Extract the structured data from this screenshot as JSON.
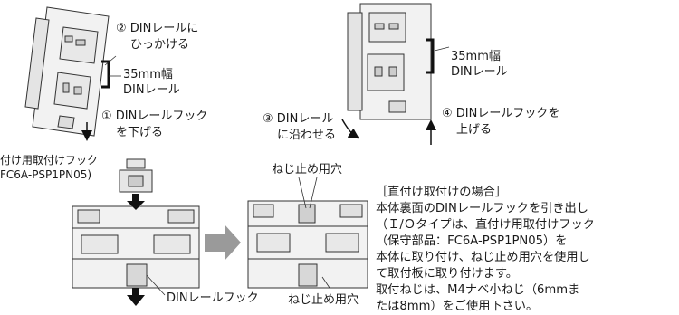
{
  "step1": {
    "step2_label_line1": "② DINレールに",
    "step2_label_line2": "ひっかける",
    "rail_label_line1": "35mm幅",
    "rail_label_line2": "DINレール",
    "step1_label_line1": "① DINレールフック",
    "step1_label_line2": "を下げる"
  },
  "step2": {
    "rail_label_line1": "35mm幅",
    "rail_label_line2": "DINレール",
    "step3_label_line1": "③ DINレール",
    "step3_label_line2": "に沿わせる",
    "step4_label_line1": "④ DINレールフックを",
    "step4_label_line2": "上げる"
  },
  "direct_mount": {
    "hook_label_line1": "付け用取付けフック",
    "hook_label_line2": "FC6A-PSP1PN05)",
    "screw_hole_top_label": "ねじ止め用穴",
    "rail_hook_label": "DINレールフック",
    "screw_hole_bottom_label": "ねじ止め用穴"
  },
  "note": {
    "title": "［直付け取付けの場合］",
    "lines": [
      "本体裏面のDINレールフックを引き出し",
      "（Ｉ/Ｏタイプは、直付け用取付けフック",
      "（保守部品：FC6A-PSP1PN05）を",
      "本体に取り付け、ねじ止め用穴を使用し",
      "て取付板に取り付けます。",
      "取付ねじは、M4ナベ小ねじ（6mmま",
      "たは8mm）をご使用下さい。"
    ]
  }
}
